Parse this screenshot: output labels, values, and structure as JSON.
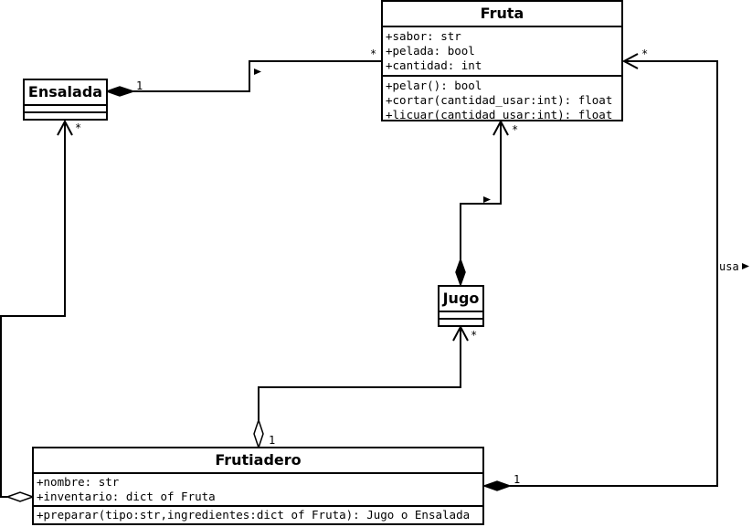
{
  "classes": {
    "fruta": {
      "name": "Fruta",
      "attributes": [
        "+sabor: str",
        "+pelada: bool",
        "+cantidad: int"
      ],
      "methods": [
        "+pelar(): bool",
        "+cortar(cantidad_usar:int): float",
        "+licuar(cantidad_usar:int): float"
      ]
    },
    "ensalada": {
      "name": "Ensalada"
    },
    "jugo": {
      "name": "Jugo"
    },
    "frutiadero": {
      "name": "Frutiadero",
      "attributes": [
        "+nombre: str",
        "+inventario: dict of Fruta"
      ],
      "methods": [
        "+preparar(tipo:str,ingredientes:dict of Fruta): Jugo o Ensalada"
      ]
    }
  },
  "multiplicities": {
    "ensalada_fruta_one": "1",
    "ensalada_fruta_many": "*",
    "jugo_fruta_many": "*",
    "frutiadero_ensalada_many": "*",
    "frutiadero_jugo_many": "*",
    "frutiadero_jugo_one": "1",
    "frutiadero_fruta_one": "1",
    "frutiadero_fruta_many": "*"
  },
  "labels": {
    "usa": "usa"
  },
  "colors": {
    "line": "#000000",
    "fill": "#ffffff"
  }
}
